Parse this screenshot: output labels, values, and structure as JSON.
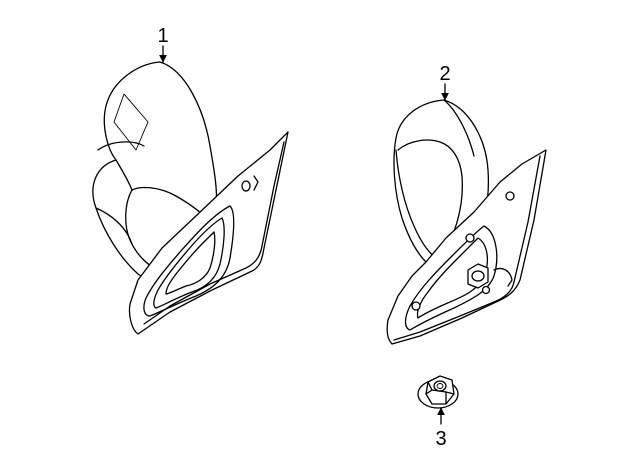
{
  "callouts": {
    "part1": "1",
    "part2": "2",
    "part3": "3"
  },
  "parts": [
    {
      "callout": "1",
      "icon": "mirror-assembly-left-icon"
    },
    {
      "callout": "2",
      "icon": "mirror-assembly-right-icon"
    },
    {
      "callout": "3",
      "icon": "flange-nut-icon"
    }
  ],
  "colors": {
    "line": "#000000",
    "background": "#ffffff"
  }
}
